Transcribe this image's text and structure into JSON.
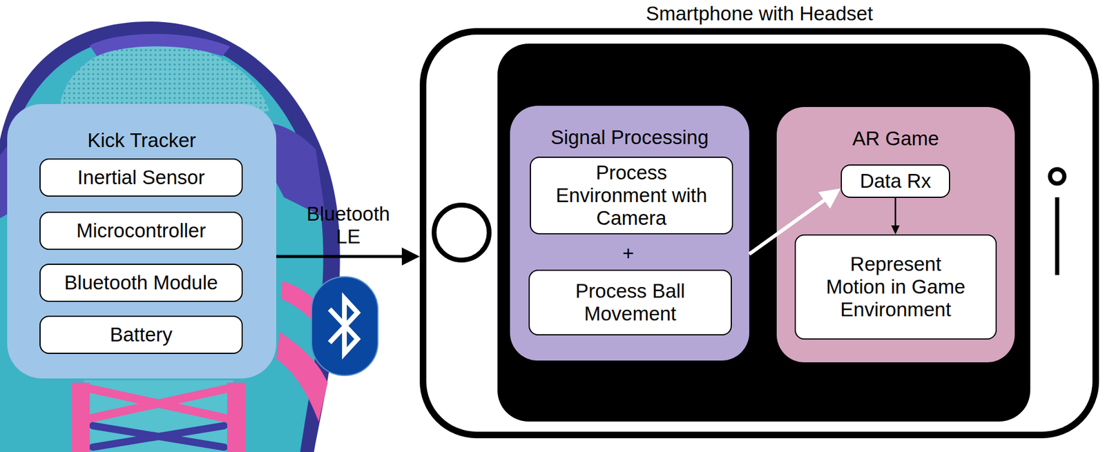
{
  "diagram": {
    "nodes": [
      {
        "text": [
          "Kick Tracker"
        ]
      },
      {
        "text": [
          "Inertial Sensor"
        ],
        "in": 0
      },
      {
        "text": [
          "Microcontroller"
        ],
        "in": 0
      },
      {
        "text": [
          "Bluetooth Module"
        ],
        "in": 0
      },
      {
        "text": [
          "Battery"
        ],
        "in": 0
      },
      {
        "text": [
          "Smartphone with Headset"
        ]
      },
      {
        "text": [
          "Signal Processing"
        ],
        "in": 5
      },
      {
        "text": [
          "Process Environment with Camera"
        ],
        "in": 6
      },
      {
        "text": [
          "Process Ball Movement"
        ],
        "in": 6
      },
      {
        "text": [
          "AR Game"
        ],
        "in": 5
      },
      {
        "text": [
          "Data Rx"
        ],
        "in": 9
      },
      {
        "text": [
          "Represent Motion in Game Environment"
        ],
        "in": 9
      }
    ],
    "edges": [
      {
        "from": 0,
        "to": 5,
        "label": "Bluetooth LE",
        "arrow": "to"
      },
      {
        "from": 6,
        "to": 10,
        "arrow": "to"
      },
      {
        "from": 10,
        "to": 11,
        "arrow": "to"
      }
    ],
    "labels": [
      "+"
    ]
  }
}
